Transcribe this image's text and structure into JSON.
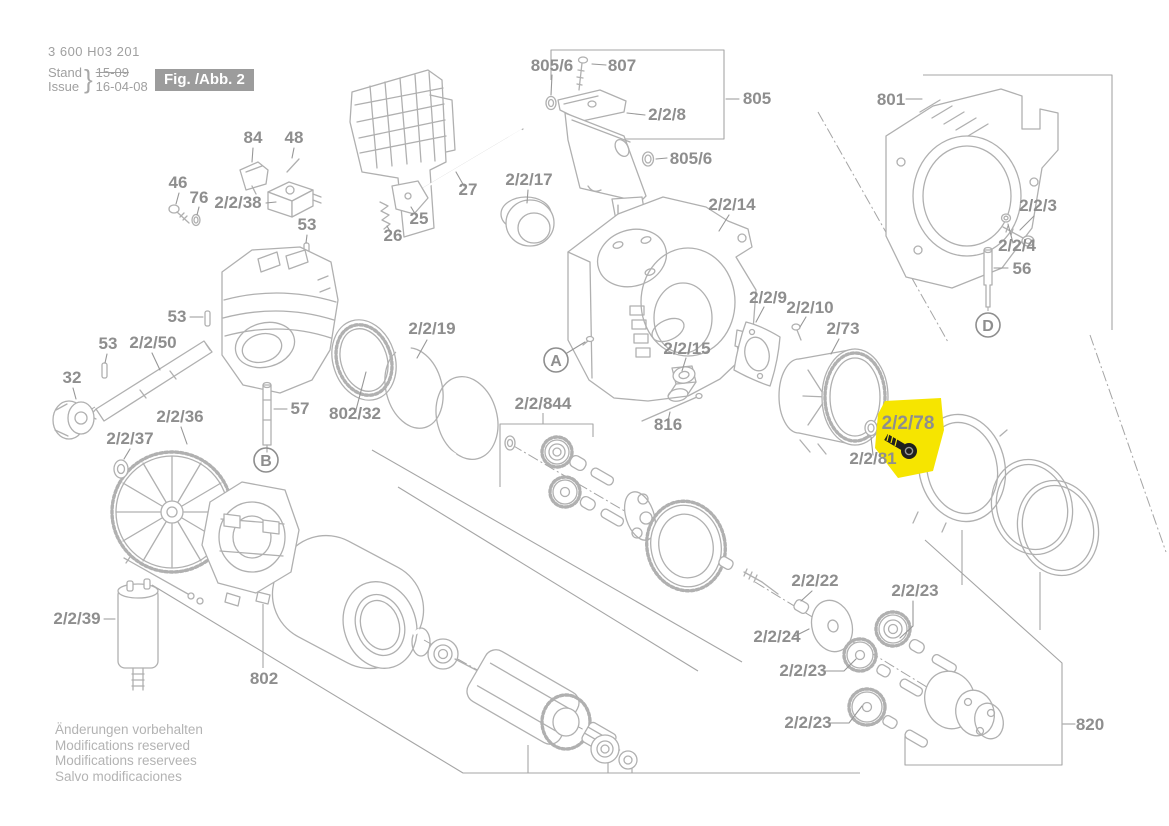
{
  "header": {
    "part_number": "3 600 H03 201",
    "stand_label": "Stand",
    "issue_label": "Issue",
    "brace": "}",
    "stand_value": "15-09",
    "issue_value": "16-04-08",
    "figure_badge": "Fig. /Abb. 2"
  },
  "footer": {
    "lines": [
      "Änderungen vorbehalten",
      "Modifications reserved",
      "Modifications reservees",
      "Salvo modificaciones"
    ]
  },
  "colors": {
    "diagram_line": "#b0b0b0",
    "label_text": "#8e8e8e",
    "highlight_bg": "#f6e500",
    "highlight_text": "#121212",
    "badge_bg": "#9c9c9c",
    "badge_text": "#ffffff",
    "screw_dark": "#1f1f1f"
  },
  "highlighted_part": {
    "text": "2/2/78"
  },
  "detail_markers": [
    {
      "letter": "A"
    },
    {
      "letter": "B"
    },
    {
      "letter": "D"
    }
  ],
  "part_labels": [
    {
      "text": "805/6"
    },
    {
      "text": "807"
    },
    {
      "text": "805"
    },
    {
      "text": "2/2/8"
    },
    {
      "text": "805/6"
    },
    {
      "text": "801"
    },
    {
      "text": "2/2/3"
    },
    {
      "text": "2/2/4"
    },
    {
      "text": "56"
    },
    {
      "text": "84"
    },
    {
      "text": "48"
    },
    {
      "text": "46"
    },
    {
      "text": "76"
    },
    {
      "text": "2/2/38"
    },
    {
      "text": "53"
    },
    {
      "text": "27"
    },
    {
      "text": "25"
    },
    {
      "text": "26"
    },
    {
      "text": "2/2/17"
    },
    {
      "text": "2/2/14"
    },
    {
      "text": "2/2/9"
    },
    {
      "text": "2/2/10"
    },
    {
      "text": "2/73"
    },
    {
      "text": "2/2/15"
    },
    {
      "text": "816"
    },
    {
      "text": "53"
    },
    {
      "text": "53"
    },
    {
      "text": "2/2/50"
    },
    {
      "text": "32"
    },
    {
      "text": "2/2/36"
    },
    {
      "text": "2/2/37"
    },
    {
      "text": "57"
    },
    {
      "text": "802/32"
    },
    {
      "text": "2/2/19"
    },
    {
      "text": "2/2/844"
    },
    {
      "text": "2/2/81"
    },
    {
      "text": "2/2/39"
    },
    {
      "text": "802"
    },
    {
      "text": "2/2/22"
    },
    {
      "text": "2/2/23"
    },
    {
      "text": "2/2/24"
    },
    {
      "text": "2/2/23"
    },
    {
      "text": "2/2/23"
    },
    {
      "text": "820"
    }
  ]
}
